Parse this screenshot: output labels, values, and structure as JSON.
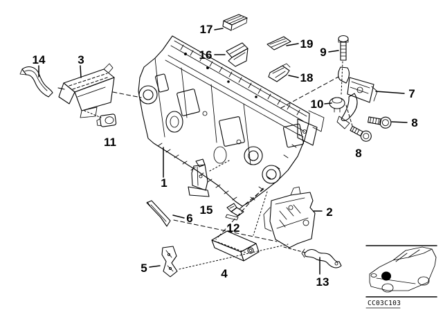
{
  "diagram": {
    "type": "exploded-parts-line-drawing",
    "colors": {
      "line": "#000000",
      "background": "#ffffff"
    },
    "callouts": [
      {
        "id": "14",
        "label": "14"
      },
      {
        "id": "3",
        "label": "3"
      },
      {
        "id": "17",
        "label": "17"
      },
      {
        "id": "16",
        "label": "16"
      },
      {
        "id": "19",
        "label": "19"
      },
      {
        "id": "18",
        "label": "18"
      },
      {
        "id": "9",
        "label": "9"
      },
      {
        "id": "10",
        "label": "10"
      },
      {
        "id": "7",
        "label": "7"
      },
      {
        "id": "8a",
        "label": "8"
      },
      {
        "id": "8b",
        "label": "8"
      },
      {
        "id": "11",
        "label": "11"
      },
      {
        "id": "1",
        "label": "1"
      },
      {
        "id": "15",
        "label": "15"
      },
      {
        "id": "6",
        "label": "6"
      },
      {
        "id": "12",
        "label": "12"
      },
      {
        "id": "5",
        "label": "5"
      },
      {
        "id": "4",
        "label": "4"
      },
      {
        "id": "2",
        "label": "2"
      },
      {
        "id": "13",
        "label": "13"
      }
    ],
    "inset": {
      "code": "CC03C103"
    }
  }
}
